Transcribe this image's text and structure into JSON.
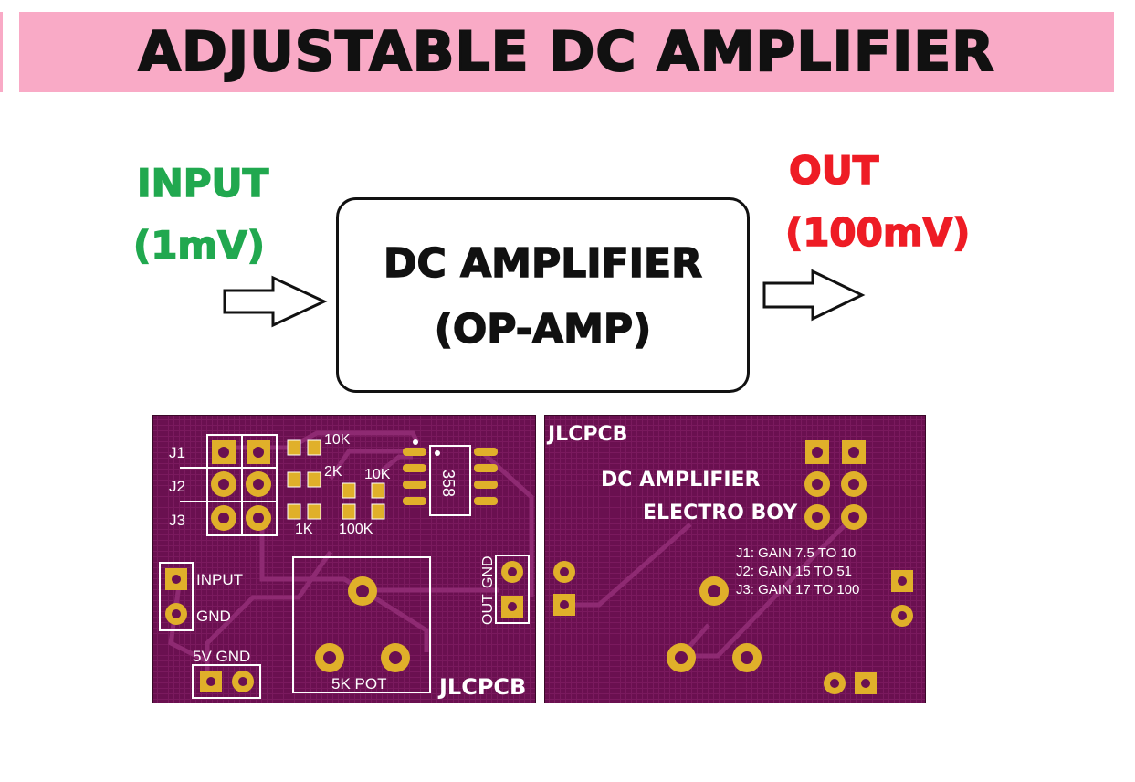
{
  "title": "ADJUSTABLE DC AMPLIFIER",
  "input": {
    "label": "INPUT",
    "value": "(1mV)"
  },
  "output": {
    "label": "OUT",
    "value": "(100mV)"
  },
  "block": {
    "line1": "DC AMPLIFIER",
    "line2": "(OP-AMP)"
  },
  "colors": {
    "banner": "#f9aac6",
    "input": "#21a84f",
    "output": "#ee1c25",
    "pcb": "#7a1a5e",
    "pad": "#e0b02a"
  },
  "pcb_front": {
    "jumpers": [
      "J1",
      "J2",
      "J3"
    ],
    "resistors": [
      "10K",
      "2K",
      "10K",
      "1K",
      "100K"
    ],
    "ic": "358",
    "input_label": "INPUT",
    "gnd_label": "GND",
    "power_label": "5V  GND",
    "pot_label": "5K POT",
    "out_label": "OUT",
    "out_gnd_label": "GND",
    "logo": "JLCPCB"
  },
  "pcb_back": {
    "logo": "JLCPCB",
    "line1": "DC AMPLIFIER",
    "line2": "ELECTRO BOY",
    "gains": [
      "J1: GAIN 7.5 TO 10",
      "J2: GAIN 15 TO 51",
      "J3: GAIN 17 TO 100"
    ]
  }
}
